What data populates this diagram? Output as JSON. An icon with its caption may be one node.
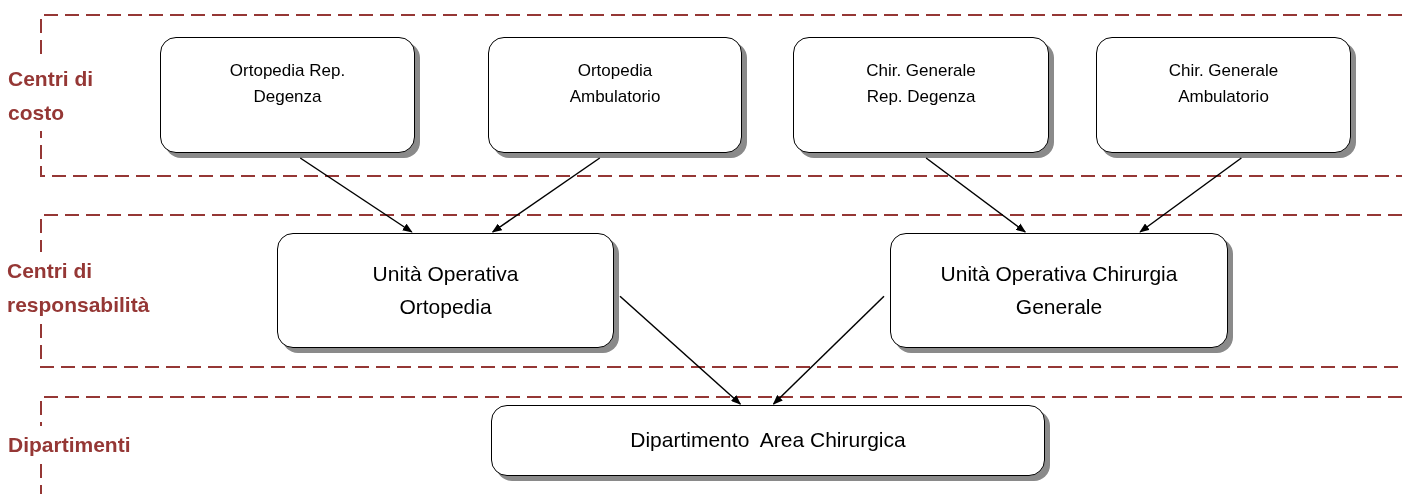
{
  "diagram": {
    "nodes": [
      {
        "text": [
          "Centri di costo"
        ]
      },
      {
        "text": [
          "Ortopedia Rep. Degenza"
        ],
        "in": 0
      },
      {
        "text": [
          "Ortopedia Ambulatorio"
        ],
        "in": 0
      },
      {
        "text": [
          "Chir. Generale Rep. Degenza"
        ],
        "in": 0
      },
      {
        "text": [
          "Chir. Generale Ambulatorio"
        ],
        "in": 0
      },
      {
        "text": [
          "Centri di responsabilità"
        ]
      },
      {
        "text": [
          "Unità Operativa Ortopedia"
        ],
        "in": 5
      },
      {
        "text": [
          "Unità Operativa Chirurgia Generale"
        ],
        "in": 5
      },
      {
        "text": [
          "Dipartimenti"
        ]
      },
      {
        "text": [
          "Dipartimento  Area Chirurgica"
        ],
        "in": 8
      }
    ],
    "edges": [
      {
        "from": 1,
        "to": 6,
        "arrow": "to"
      },
      {
        "from": 2,
        "to": 6,
        "arrow": "to"
      },
      {
        "from": 3,
        "to": 7,
        "arrow": "to"
      },
      {
        "from": 4,
        "to": 7,
        "arrow": "to"
      },
      {
        "from": 6,
        "to": 9,
        "arrow": "to"
      },
      {
        "from": 7,
        "to": 9,
        "arrow": "to"
      }
    ]
  }
}
